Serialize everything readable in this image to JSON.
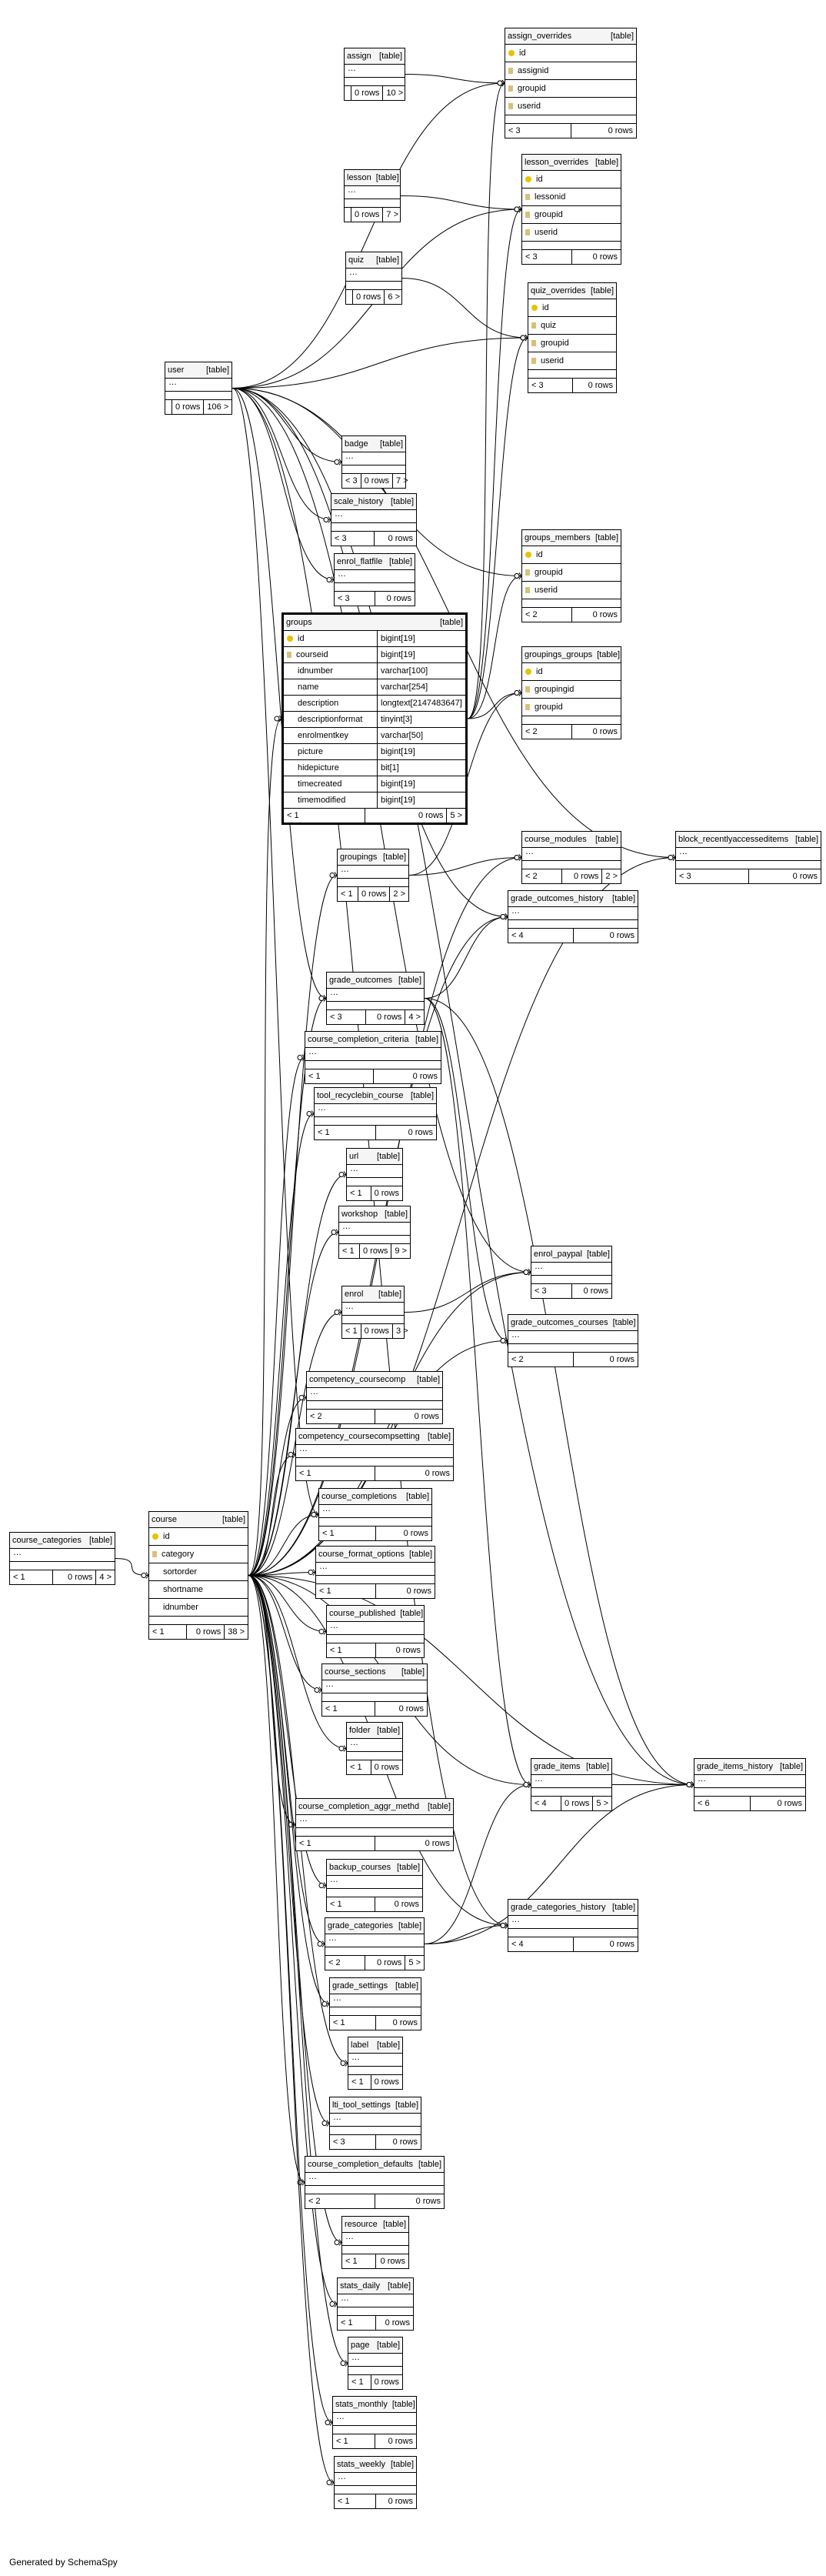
{
  "footer": "Generated by SchemaSpy",
  "tables": [
    {
      "id": "assign_overrides",
      "name": "assign_overrides",
      "type": "[table]",
      "cols": [
        {
          "n": "id",
          "k": "pk"
        },
        {
          "n": "assignid",
          "k": "fk"
        },
        {
          "n": "groupid",
          "k": "fk"
        },
        {
          "n": "userid",
          "k": "fk"
        }
      ],
      "foot": [
        "< 3",
        "0 rows",
        ""
      ]
    },
    {
      "id": "assign",
      "name": "assign",
      "type": "[table]",
      "cols": [],
      "foot": [
        "",
        "0 rows",
        "10 >"
      ]
    },
    {
      "id": "lesson",
      "name": "lesson",
      "type": "[table]",
      "cols": [],
      "foot": [
        "",
        "0 rows",
        "7 >"
      ]
    },
    {
      "id": "lesson_overrides",
      "name": "lesson_overrides",
      "type": "[table]",
      "cols": [
        {
          "n": "id",
          "k": "pk"
        },
        {
          "n": "lessonid",
          "k": "fk"
        },
        {
          "n": "groupid",
          "k": "fk"
        },
        {
          "n": "userid",
          "k": "fk"
        }
      ],
      "foot": [
        "< 3",
        "0 rows",
        ""
      ]
    },
    {
      "id": "quiz",
      "name": "quiz",
      "type": "[table]",
      "cols": [],
      "foot": [
        "",
        "0 rows",
        "6 >"
      ]
    },
    {
      "id": "quiz_overrides",
      "name": "quiz_overrides",
      "type": "[table]",
      "cols": [
        {
          "n": "id",
          "k": "pk"
        },
        {
          "n": "quiz",
          "k": "fk"
        },
        {
          "n": "groupid",
          "k": "fk"
        },
        {
          "n": "userid",
          "k": "fk"
        }
      ],
      "foot": [
        "< 3",
        "0 rows",
        ""
      ]
    },
    {
      "id": "user",
      "name": "user",
      "type": "[table]",
      "cols": [],
      "foot": [
        "",
        "0 rows",
        "106 >"
      ]
    },
    {
      "id": "badge",
      "name": "badge",
      "type": "[table]",
      "cols": [],
      "foot": [
        "< 3",
        "0 rows",
        "7 >"
      ]
    },
    {
      "id": "scale_history",
      "name": "scale_history",
      "type": "[table]",
      "cols": [],
      "foot": [
        "< 3",
        "0 rows",
        ""
      ]
    },
    {
      "id": "enrol_flatfile",
      "name": "enrol_flatfile",
      "type": "[table]",
      "cols": [],
      "foot": [
        "< 3",
        "0 rows",
        ""
      ]
    },
    {
      "id": "groups_members",
      "name": "groups_members",
      "type": "[table]",
      "cols": [
        {
          "n": "id",
          "k": "pk"
        },
        {
          "n": "groupid",
          "k": "fk"
        },
        {
          "n": "userid",
          "k": "fk"
        }
      ],
      "foot": [
        "< 2",
        "0 rows",
        ""
      ]
    },
    {
      "id": "groupings_groups",
      "name": "groupings_groups",
      "type": "[table]",
      "cols": [
        {
          "n": "id",
          "k": "pk"
        },
        {
          "n": "groupingid",
          "k": "fk"
        },
        {
          "n": "groupid",
          "k": "fk"
        }
      ],
      "foot": [
        "< 2",
        "0 rows",
        ""
      ]
    },
    {
      "id": "groups",
      "name": "groups",
      "type": "[table]",
      "bold": true,
      "cols": [
        {
          "n": "id",
          "k": "pk",
          "t": "bigint[19]"
        },
        {
          "n": "courseid",
          "k": "fk",
          "t": "bigint[19]"
        },
        {
          "n": "idnumber",
          "k": "",
          "t": "varchar[100]"
        },
        {
          "n": "name",
          "k": "",
          "t": "varchar[254]"
        },
        {
          "n": "description",
          "k": "",
          "t": "longtext[2147483647]"
        },
        {
          "n": "descriptionformat",
          "k": "",
          "t": "tinyint[3]"
        },
        {
          "n": "enrolmentkey",
          "k": "",
          "t": "varchar[50]"
        },
        {
          "n": "picture",
          "k": "",
          "t": "bigint[19]"
        },
        {
          "n": "hidepicture",
          "k": "",
          "t": "bit[1]"
        },
        {
          "n": "timecreated",
          "k": "",
          "t": "bigint[19]"
        },
        {
          "n": "timemodified",
          "k": "",
          "t": "bigint[19]"
        }
      ],
      "foot": [
        "< 1",
        "0 rows",
        "5 >"
      ]
    },
    {
      "id": "groupings",
      "name": "groupings",
      "type": "[table]",
      "cols": [],
      "foot": [
        "< 1",
        "0 rows",
        "2 >"
      ]
    },
    {
      "id": "course_modules",
      "name": "course_modules",
      "type": "[table]",
      "cols": [],
      "foot": [
        "< 2",
        "0 rows",
        "2 >"
      ]
    },
    {
      "id": "block_recentlyaccesseditems",
      "name": "block_recentlyaccesseditems",
      "type": "[table]",
      "cols": [],
      "foot": [
        "< 3",
        "0 rows",
        ""
      ]
    },
    {
      "id": "grade_outcomes_history",
      "name": "grade_outcomes_history",
      "type": "[table]",
      "cols": [],
      "foot": [
        "< 4",
        "0 rows",
        ""
      ]
    },
    {
      "id": "grade_outcomes",
      "name": "grade_outcomes",
      "type": "[table]",
      "cols": [],
      "foot": [
        "< 3",
        "0 rows",
        "4 >"
      ]
    },
    {
      "id": "course_completion_criteria",
      "name": "course_completion_criteria",
      "type": "[table]",
      "cols": [],
      "foot": [
        "< 1",
        "0 rows",
        ""
      ]
    },
    {
      "id": "tool_recyclebin_course",
      "name": "tool_recyclebin_course",
      "type": "[table]",
      "cols": [],
      "foot": [
        "< 1",
        "0 rows",
        ""
      ]
    },
    {
      "id": "url",
      "name": "url",
      "type": "[table]",
      "cols": [],
      "foot": [
        "< 1",
        "0 rows",
        ""
      ]
    },
    {
      "id": "workshop",
      "name": "workshop",
      "type": "[table]",
      "cols": [],
      "foot": [
        "< 1",
        "0 rows",
        "9 >"
      ]
    },
    {
      "id": "enrol_paypal",
      "name": "enrol_paypal",
      "type": "[table]",
      "cols": [],
      "foot": [
        "< 3",
        "0 rows",
        ""
      ]
    },
    {
      "id": "enrol",
      "name": "enrol",
      "type": "[table]",
      "cols": [],
      "foot": [
        "< 1",
        "0 rows",
        "3 >"
      ]
    },
    {
      "id": "grade_outcomes_courses",
      "name": "grade_outcomes_courses",
      "type": "[table]",
      "cols": [],
      "foot": [
        "< 2",
        "0 rows",
        ""
      ]
    },
    {
      "id": "competency_coursecomp",
      "name": "competency_coursecomp",
      "type": "[table]",
      "cols": [],
      "foot": [
        "< 2",
        "0 rows",
        ""
      ]
    },
    {
      "id": "competency_coursecompsetting",
      "name": "competency_coursecompsetting",
      "type": "[table]",
      "cols": [],
      "foot": [
        "< 1",
        "0 rows",
        ""
      ]
    },
    {
      "id": "course_categories",
      "name": "course_categories",
      "type": "[table]",
      "cols": [],
      "foot": [
        "< 1",
        "0 rows",
        "4 >"
      ]
    },
    {
      "id": "course",
      "name": "course",
      "type": "[table]",
      "cols": [
        {
          "n": "id",
          "k": "pk"
        },
        {
          "n": "category",
          "k": "fk"
        },
        {
          "n": "sortorder",
          "k": ""
        },
        {
          "n": "shortname",
          "k": ""
        },
        {
          "n": "idnumber",
          "k": ""
        }
      ],
      "foot": [
        "< 1",
        "0 rows",
        "38 >"
      ]
    },
    {
      "id": "course_completions",
      "name": "course_completions",
      "type": "[table]",
      "cols": [],
      "foot": [
        "< 1",
        "0 rows",
        ""
      ]
    },
    {
      "id": "course_format_options",
      "name": "course_format_options",
      "type": "[table]",
      "cols": [],
      "foot": [
        "< 1",
        "0 rows",
        ""
      ]
    },
    {
      "id": "course_published",
      "name": "course_published",
      "type": "[table]",
      "cols": [],
      "foot": [
        "< 1",
        "0 rows",
        ""
      ]
    },
    {
      "id": "course_sections",
      "name": "course_sections",
      "type": "[table]",
      "cols": [],
      "foot": [
        "< 1",
        "0 rows",
        ""
      ]
    },
    {
      "id": "folder",
      "name": "folder",
      "type": "[table]",
      "cols": [],
      "foot": [
        "< 1",
        "0 rows",
        ""
      ]
    },
    {
      "id": "grade_items",
      "name": "grade_items",
      "type": "[table]",
      "cols": [],
      "foot": [
        "< 4",
        "0 rows",
        "5 >"
      ]
    },
    {
      "id": "grade_items_history",
      "name": "grade_items_history",
      "type": "[table]",
      "cols": [],
      "foot": [
        "< 6",
        "0 rows",
        ""
      ]
    },
    {
      "id": "course_completion_aggr_methd",
      "name": "course_completion_aggr_methd",
      "type": "[table]",
      "cols": [],
      "foot": [
        "< 1",
        "0 rows",
        ""
      ]
    },
    {
      "id": "backup_courses",
      "name": "backup_courses",
      "type": "[table]",
      "cols": [],
      "foot": [
        "< 1",
        "0 rows",
        ""
      ]
    },
    {
      "id": "grade_categories",
      "name": "grade_categories",
      "type": "[table]",
      "cols": [],
      "foot": [
        "< 2",
        "0 rows",
        "5 >"
      ]
    },
    {
      "id": "grade_categories_history",
      "name": "grade_categories_history",
      "type": "[table]",
      "cols": [],
      "foot": [
        "< 4",
        "0 rows",
        ""
      ]
    },
    {
      "id": "grade_settings",
      "name": "grade_settings",
      "type": "[table]",
      "cols": [],
      "foot": [
        "< 1",
        "0 rows",
        ""
      ]
    },
    {
      "id": "label",
      "name": "label",
      "type": "[table]",
      "cols": [],
      "foot": [
        "< 1",
        "0 rows",
        ""
      ]
    },
    {
      "id": "lti_tool_settings",
      "name": "lti_tool_settings",
      "type": "[table]",
      "cols": [],
      "foot": [
        "< 3",
        "0 rows",
        ""
      ]
    },
    {
      "id": "course_completion_defaults",
      "name": "course_completion_defaults",
      "type": "[table]",
      "cols": [],
      "foot": [
        "< 2",
        "0 rows",
        ""
      ]
    },
    {
      "id": "resource",
      "name": "resource",
      "type": "[table]",
      "cols": [],
      "foot": [
        "< 1",
        "0 rows",
        ""
      ]
    },
    {
      "id": "stats_daily",
      "name": "stats_daily",
      "type": "[table]",
      "cols": [],
      "foot": [
        "< 1",
        "0 rows",
        ""
      ]
    },
    {
      "id": "page",
      "name": "page",
      "type": "[table]",
      "cols": [],
      "foot": [
        "< 1",
        "0 rows",
        ""
      ]
    },
    {
      "id": "stats_monthly",
      "name": "stats_monthly",
      "type": "[table]",
      "cols": [],
      "foot": [
        "< 1",
        "0 rows",
        ""
      ]
    },
    {
      "id": "stats_weekly",
      "name": "stats_weekly",
      "type": "[table]",
      "cols": [],
      "foot": [
        "< 1",
        "0 rows",
        ""
      ]
    }
  ],
  "relations": [
    [
      "assign",
      "assign_overrides"
    ],
    [
      "user",
      "assign_overrides"
    ],
    [
      "groups",
      "assign_overrides"
    ],
    [
      "lesson",
      "lesson_overrides"
    ],
    [
      "user",
      "lesson_overrides"
    ],
    [
      "groups",
      "lesson_overrides"
    ],
    [
      "quiz",
      "quiz_overrides"
    ],
    [
      "user",
      "quiz_overrides"
    ],
    [
      "groups",
      "quiz_overrides"
    ],
    [
      "user",
      "badge"
    ],
    [
      "user",
      "scale_history"
    ],
    [
      "user",
      "enrol_flatfile"
    ],
    [
      "groups",
      "groups_members"
    ],
    [
      "user",
      "groups_members"
    ],
    [
      "groups",
      "groupings_groups"
    ],
    [
      "groupings",
      "groupings_groups"
    ],
    [
      "user",
      "block_recentlyaccesseditems"
    ],
    [
      "course",
      "block_recentlyaccesseditems"
    ],
    [
      "course",
      "groups"
    ],
    [
      "course",
      "groupings"
    ],
    [
      "course",
      "course_modules"
    ],
    [
      "groupings",
      "course_modules"
    ],
    [
      "grade_outcomes",
      "grade_outcomes_history"
    ],
    [
      "user",
      "grade_outcomes_history"
    ],
    [
      "course",
      "grade_outcomes_history"
    ],
    [
      "user",
      "grade_outcomes"
    ],
    [
      "course",
      "grade_outcomes"
    ],
    [
      "course",
      "course_completion_criteria"
    ],
    [
      "course",
      "tool_recyclebin_course"
    ],
    [
      "course",
      "url"
    ],
    [
      "course",
      "workshop"
    ],
    [
      "course",
      "enrol"
    ],
    [
      "enrol",
      "enrol_paypal"
    ],
    [
      "user",
      "enrol_paypal"
    ],
    [
      "course",
      "enrol_paypal"
    ],
    [
      "grade_outcomes",
      "grade_outcomes_courses"
    ],
    [
      "course",
      "grade_outcomes_courses"
    ],
    [
      "course",
      "competency_coursecomp"
    ],
    [
      "course",
      "competency_coursecompsetting"
    ],
    [
      "course_categories",
      "course"
    ],
    [
      "course",
      "course_completions"
    ],
    [
      "course",
      "course_format_options"
    ],
    [
      "course",
      "course_published"
    ],
    [
      "course",
      "course_sections"
    ],
    [
      "course",
      "folder"
    ],
    [
      "course",
      "grade_items"
    ],
    [
      "grade_outcomes",
      "grade_items"
    ],
    [
      "grade_categories",
      "grade_items"
    ],
    [
      "grade_items",
      "grade_items_history"
    ],
    [
      "course",
      "grade_items_history"
    ],
    [
      "user",
      "grade_items_history"
    ],
    [
      "grade_outcomes",
      "grade_items_history"
    ],
    [
      "grade_categories",
      "grade_items_history"
    ],
    [
      "course",
      "course_completion_aggr_methd"
    ],
    [
      "course",
      "backup_courses"
    ],
    [
      "course",
      "grade_categories"
    ],
    [
      "grade_categories",
      "grade_categories_history"
    ],
    [
      "course",
      "grade_categories_history"
    ],
    [
      "user",
      "grade_categories_history"
    ],
    [
      "course",
      "grade_settings"
    ],
    [
      "course",
      "label"
    ],
    [
      "course",
      "lti_tool_settings"
    ],
    [
      "course",
      "course_completion_defaults"
    ],
    [
      "course",
      "resource"
    ],
    [
      "course",
      "stats_daily"
    ],
    [
      "course",
      "page"
    ],
    [
      "course",
      "stats_monthly"
    ],
    [
      "course",
      "stats_weekly"
    ],
    [
      "user",
      "course_completions"
    ]
  ]
}
